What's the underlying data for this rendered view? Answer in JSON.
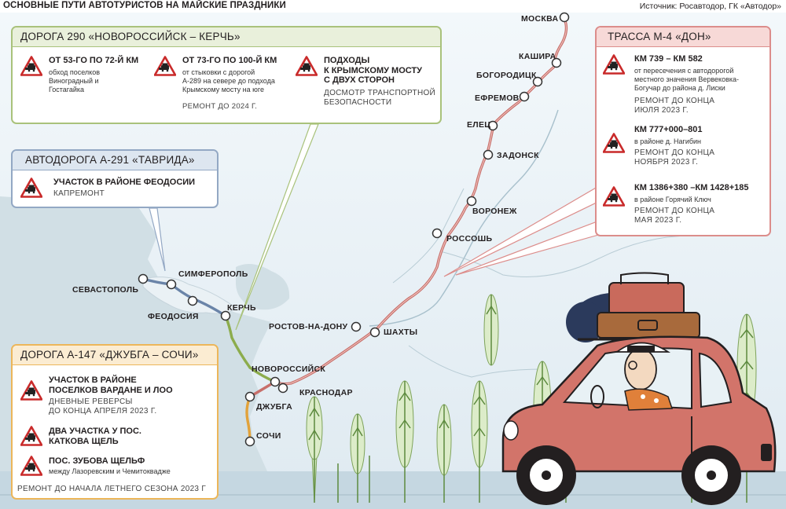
{
  "header": {
    "title": "ОСНОВНЫЕ ПУТИ АВТОТУРИСТОВ НА МАЙСКИЕ ПРАЗДНИКИ",
    "source": "Источник: Росавтодор, ГК «Автодор»"
  },
  "colors": {
    "green_road": "#8cac4c",
    "blue_road": "#6a84a8",
    "orange_road": "#e2a23a",
    "red_road": "#c8706b",
    "green_panel_border": "#a9c27b",
    "blue_panel_border": "#93a8c4",
    "orange_panel_border": "#ecb65a",
    "red_panel_border": "#dc8d8b",
    "sea": "#d3e0e6",
    "sky": "#e6f1f7",
    "car_body": "#d2746a"
  },
  "panels": {
    "r290": {
      "title": "ДОРОГА 290 «НОВОРОССИЙСК – КЕРЧЬ»",
      "items": [
        {
          "title": "ОТ 53-ГО ПО 72-Й КМ",
          "note": "обход поселков\nВиноградный и\nГостагайка",
          "repair": ""
        },
        {
          "title": "ОТ 73-ГО ПО 100-Й КМ",
          "note": "от стыковки с дорогой\nА-289 на севере до подхода\nКрымскому мосту на юге",
          "repair": "РЕМОНТ ДО 2024 Г."
        },
        {
          "title": "ПОДХОДЫ\nК КРЫМСКОМУ МОСТУ\nС ДВУХ СТОРОН",
          "note": "",
          "repair": "ДОСМОТР ТРАНСПОРТНОЙ\nБЕЗОПАСНОСТИ"
        }
      ]
    },
    "a291": {
      "title": "АВТОДОРОГА А-291 «ТАВРИДА»",
      "items": [
        {
          "title": "УЧАСТОК В РАЙОНЕ ФЕОДОСИИ",
          "note": "",
          "repair": "КАПРЕМОНТ"
        }
      ]
    },
    "a147": {
      "title": "ДОРОГА А-147 «ДЖУБГА – СОЧИ»",
      "items": [
        {
          "title": "УЧАСТОК В РАЙОНЕ\nПОСЕЛКОВ ВАРДАНЕ И ЛОО",
          "note": "",
          "repair": "ДНЕВНЫЕ РЕВЕРСЫ\nДО КОНЦА АПРЕЛЯ 2023 Г."
        },
        {
          "title": "ДВА УЧАСТКА У ПОС.\nКАТКОВА ЩЕЛЬ",
          "note": "",
          "repair": ""
        },
        {
          "title": "ПОС. ЗУБОВА ЩЕЛЬФ",
          "note": "между Лазоревским и Чемитоквадже",
          "repair": ""
        }
      ],
      "footer": "РЕМОНТ ДО НАЧАЛА ЛЕТНЕГО СЕЗОНА 2023 Г"
    },
    "m4": {
      "title": "ТРАССА М-4 «ДОН»",
      "items": [
        {
          "title": "КМ 739 – КМ 582",
          "note": "от пересечения с автодорогой\nместного значения Вервековка-\nБогучар до района д. Лиски",
          "repair": "РЕМОНТ ДО КОНЦА\nИЮЛЯ 2023 Г."
        },
        {
          "title": "КМ 777+000–801",
          "note": "в районе д. Нагибин",
          "repair": "РЕМОНТ ДО КОНЦА\nНОЯБРЯ 2023 Г."
        },
        {
          "title": "КМ 1386+380 –КМ 1428+185",
          "note": "в районе Горячий Ключ",
          "repair": "РЕМОНТ ДО КОНЦА\nМАЯ 2023 Г."
        }
      ]
    }
  },
  "cities": [
    {
      "id": "moskva",
      "name": "МОСКВА"
    },
    {
      "id": "kashira",
      "name": "КАШИРА"
    },
    {
      "id": "bogoroditsk",
      "name": "БОГОРОДИЦК"
    },
    {
      "id": "efremov",
      "name": "ЕФРЕМОВ"
    },
    {
      "id": "elets",
      "name": "ЕЛЕЦ"
    },
    {
      "id": "zadonsk",
      "name": "ЗАДОНСК"
    },
    {
      "id": "voronezh",
      "name": "ВОРОНЕЖ"
    },
    {
      "id": "rossosh",
      "name": "РОССОШЬ"
    },
    {
      "id": "rostov",
      "name": "РОСТОВ-НА-ДОНУ"
    },
    {
      "id": "shakhty",
      "name": "ШАХТЫ"
    },
    {
      "id": "krasnodar",
      "name": "КРАСНОДАР"
    },
    {
      "id": "novorossiysk",
      "name": "НОВОРОССИЙСК"
    },
    {
      "id": "dzhubga",
      "name": "ДЖУБГА"
    },
    {
      "id": "sochi",
      "name": "СОЧИ"
    },
    {
      "id": "kerch",
      "name": "КЕРЧЬ"
    },
    {
      "id": "feodosiya",
      "name": "ФЕОДОСИЯ"
    },
    {
      "id": "simferopol",
      "name": "СИМФЕРОПОЛЬ"
    },
    {
      "id": "sevastopol",
      "name": "СЕВАСТОПОЛЬ"
    }
  ]
}
